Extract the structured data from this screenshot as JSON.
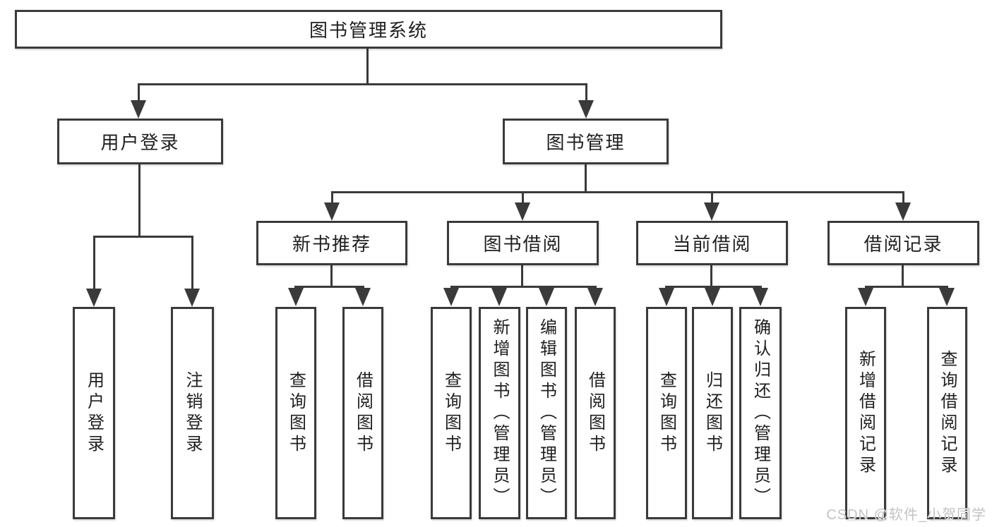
{
  "tree": {
    "root": {
      "label": "图书管理系统",
      "children": [
        {
          "label": "用户登录",
          "children": [
            {
              "label": "用户登录"
            },
            {
              "label": "注销登录"
            }
          ]
        },
        {
          "label": "图书管理",
          "children": [
            {
              "label": "新书推荐",
              "children": [
                {
                  "label": "查询图书"
                },
                {
                  "label": "借阅图书"
                }
              ]
            },
            {
              "label": "图书借阅",
              "children": [
                {
                  "label": "查询图书"
                },
                {
                  "label": "新增图书（管理员）"
                },
                {
                  "label": "编辑图书（管理员）"
                },
                {
                  "label": "借阅图书"
                }
              ]
            },
            {
              "label": "当前借阅",
              "children": [
                {
                  "label": "查询图书"
                },
                {
                  "label": "归还图书"
                },
                {
                  "label": "确认归还（管理员）"
                }
              ]
            },
            {
              "label": "借阅记录",
              "children": [
                {
                  "label": "新增借阅记录"
                },
                {
                  "label": "查询借阅记录"
                }
              ]
            }
          ]
        }
      ]
    }
  },
  "watermark": {
    "text": "CSDN @软件_小贺同学",
    "color": "#c3c3c3"
  },
  "style": {
    "line_color": "#3a3a3a",
    "box_border_color": "#3a3a3a",
    "text_color": "#1f1f1f",
    "box_fill": "#ffffff",
    "background": "#ffffff"
  }
}
